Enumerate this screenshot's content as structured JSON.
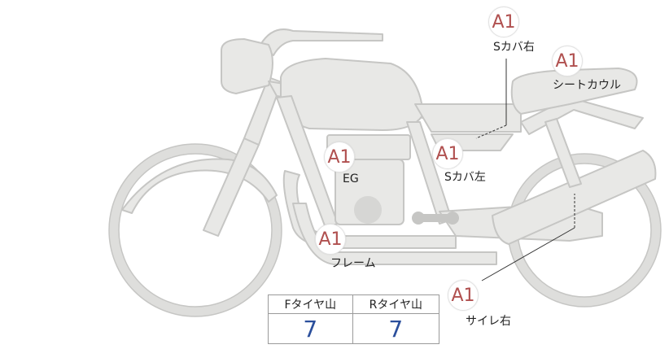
{
  "diagram": {
    "markers": [
      {
        "id": "s-cover-right",
        "code": "A1",
        "label": "Sカバ右"
      },
      {
        "id": "seat-cowl",
        "code": "A1",
        "label": "シートカウル"
      },
      {
        "id": "engine",
        "code": "A1",
        "label": "EG"
      },
      {
        "id": "s-cover-left",
        "code": "A1",
        "label": "Sカバ左"
      },
      {
        "id": "frame",
        "code": "A1",
        "label": "フレーム"
      },
      {
        "id": "muffler-right",
        "code": "A1",
        "label": "サイレ右"
      }
    ]
  },
  "tire_table": {
    "front_header": "Fタイヤ山",
    "rear_header": "Rタイヤ山",
    "front_value": "7",
    "rear_value": "7"
  },
  "colors": {
    "badge_text": "#b0504f",
    "tire_value": "#2b4f9c",
    "bike_fill": "#e8e8e6",
    "bike_stroke": "#c8c8c6"
  }
}
